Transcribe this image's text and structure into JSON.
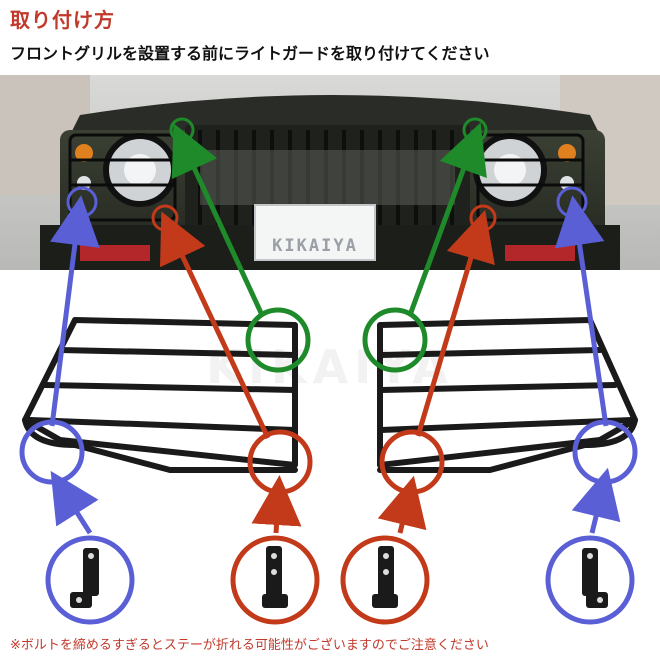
{
  "heading": {
    "title": "取り付け方",
    "subtitle": "フロントグリルを設置する前にライトガードを取り付けてください"
  },
  "photo": {
    "plate_text": "KIKAIYA"
  },
  "watermark": "KIKAIYA",
  "note": "※ボルトを締めるすぎるとステーが折れる可能性がございますのでご注意ください",
  "colors": {
    "title_red": "#c0392b",
    "green": "#1e8a2a",
    "red": "#c23a1a",
    "blue": "#5a5fd6",
    "bracket": "#1a1a1a"
  },
  "icons": [
    "green-circle-marker",
    "red-circle-marker",
    "blue-circle-marker",
    "arrow-icon"
  ]
}
